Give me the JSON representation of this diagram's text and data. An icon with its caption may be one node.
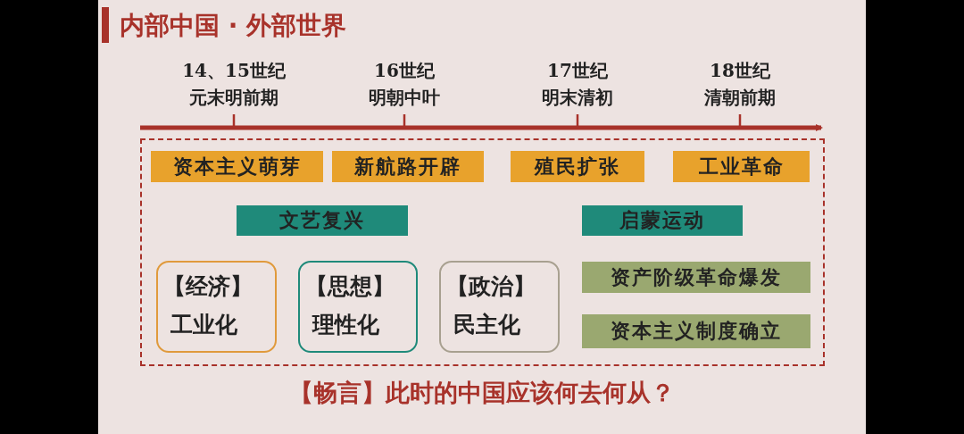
{
  "diagram": {
    "title": "内部中国 · 外部世界",
    "caption": "【畅言】此时的中国应该何去何从？",
    "nodes": [
      {
        "text": [],
        "shape": "box"
      },
      {
        "text": [
          "资本主义萌芽"
        ],
        "in": 0
      },
      {
        "text": [
          "新航路开辟"
        ],
        "in": 0
      },
      {
        "text": [
          "殖民扩张"
        ],
        "in": 0
      },
      {
        "text": [
          "工业革命"
        ],
        "in": 0
      },
      {
        "text": [
          "文艺复兴"
        ],
        "in": 0
      },
      {
        "text": [
          "启蒙运动"
        ],
        "in": 0
      },
      {
        "text": [
          "【经济】",
          "工业化"
        ],
        "in": 0
      },
      {
        "text": [
          "【思想】",
          "理性化"
        ],
        "in": 0
      },
      {
        "text": [
          "【政治】",
          "民主化"
        ],
        "in": 0
      },
      {
        "text": [
          "资产阶级革命爆发"
        ],
        "in": 0
      },
      {
        "text": [
          "资本主义制度确立"
        ],
        "in": 0
      }
    ],
    "edges": [],
    "labels": [
      "14、15世纪",
      "16世纪",
      "17世纪",
      "18世纪",
      "元末明前期",
      "明朝中叶",
      "明末清初",
      "清朝前期"
    ]
  }
}
